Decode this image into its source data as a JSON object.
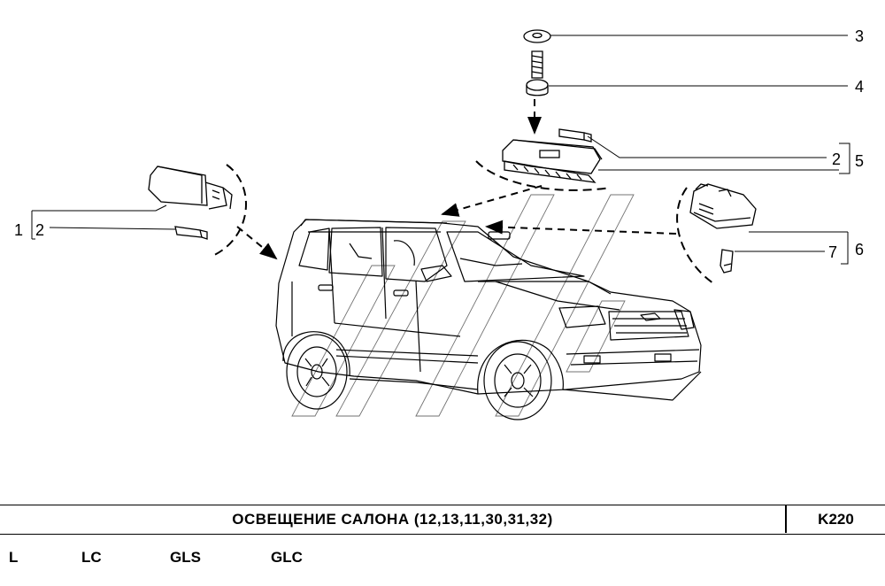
{
  "callouts": {
    "c1": "1",
    "c2a": "2",
    "c3": "3",
    "c4": "4",
    "c2b": "2",
    "c5": "5",
    "c7": "7",
    "c6": "6"
  },
  "title": "ОСВЕЩЕНИЕ  САЛОНА  (12,13,11,30,31,32)",
  "page_code": "K220",
  "trims": [
    "L",
    "LC",
    "GLS",
    "GLC"
  ]
}
